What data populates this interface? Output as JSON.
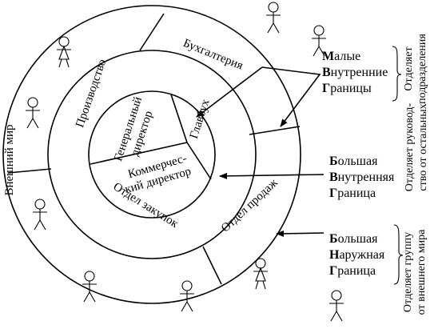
{
  "diagram": {
    "outer_world_label": "Внешний мир",
    "ring_departments": {
      "accounting": "Бухгалтерия",
      "production": "Производство",
      "procurement": "Отдел закупок",
      "sales": "Отдел продаж"
    },
    "core_roles": {
      "general_director": [
        "Генеральный",
        "директор"
      ],
      "chief_accountant": "Главбух",
      "commercial_director": [
        "Коммерчес-",
        "кий директор"
      ]
    },
    "boundaries": [
      {
        "lines": [
          {
            "first": "М",
            "rest": "алые"
          },
          {
            "first": "В",
            "rest": "нутренние"
          },
          {
            "first": "Г",
            "rest": "раницы"
          }
        ],
        "note": [
          "Отделяет",
          "подразделения"
        ]
      },
      {
        "lines": [
          {
            "first": "Б",
            "rest": "ольшая"
          },
          {
            "first": "В",
            "rest": "нутренняя"
          },
          {
            "first": "Г",
            "rest": "раница"
          }
        ],
        "note": [
          "Отделяет руковод-",
          "ство от остальных"
        ]
      },
      {
        "lines": [
          {
            "first": "Б",
            "rest": "ольшая"
          },
          {
            "first": "Н",
            "rest": "аружная"
          },
          {
            "first": "Г",
            "rest": "раница"
          }
        ],
        "note": [
          "Отделяет группу",
          "от внешнего мира"
        ]
      }
    ]
  }
}
